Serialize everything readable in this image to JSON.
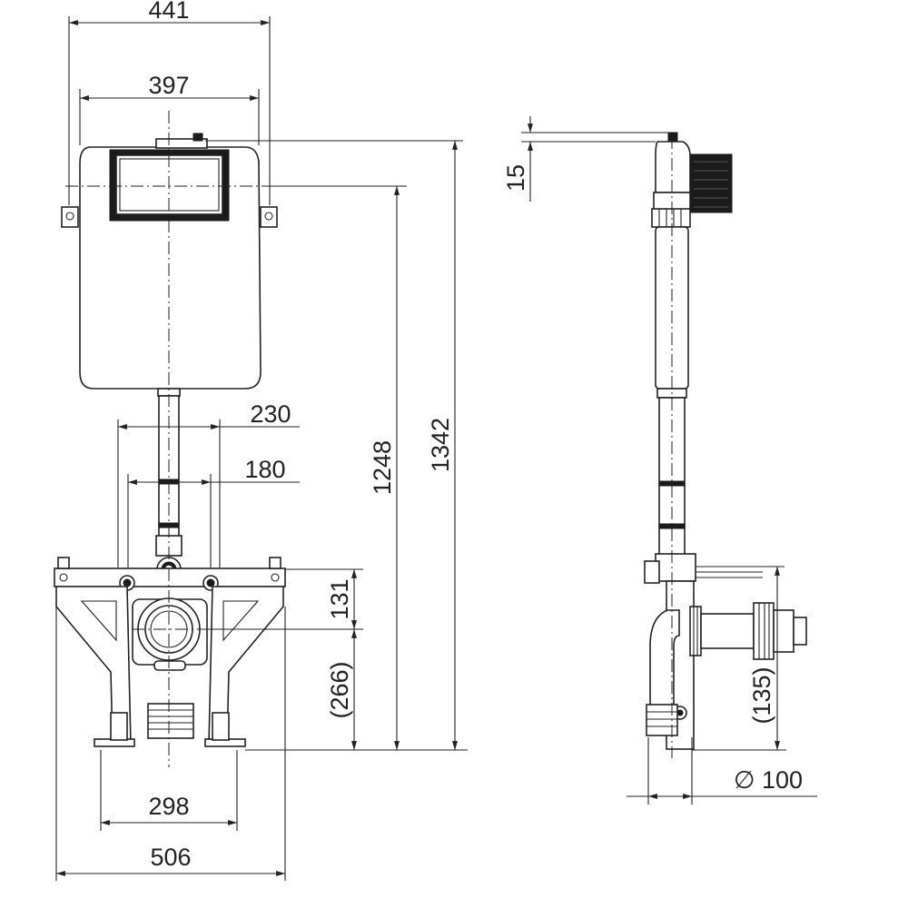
{
  "drawing": {
    "front_view": {
      "dim_top_width": "441",
      "dim_inner_width": "397",
      "dim_230": "230",
      "dim_180": "180",
      "dim_131": "131",
      "dim_266": "(266)",
      "dim_1248": "1248",
      "dim_1342": "1342",
      "dim_298": "298",
      "dim_506": "506"
    },
    "side_view": {
      "dim_15": "15",
      "dim_135": "(135)",
      "dim_diameter": "∅ 100"
    },
    "colors": {
      "line": "#222222",
      "background": "#ffffff"
    }
  }
}
